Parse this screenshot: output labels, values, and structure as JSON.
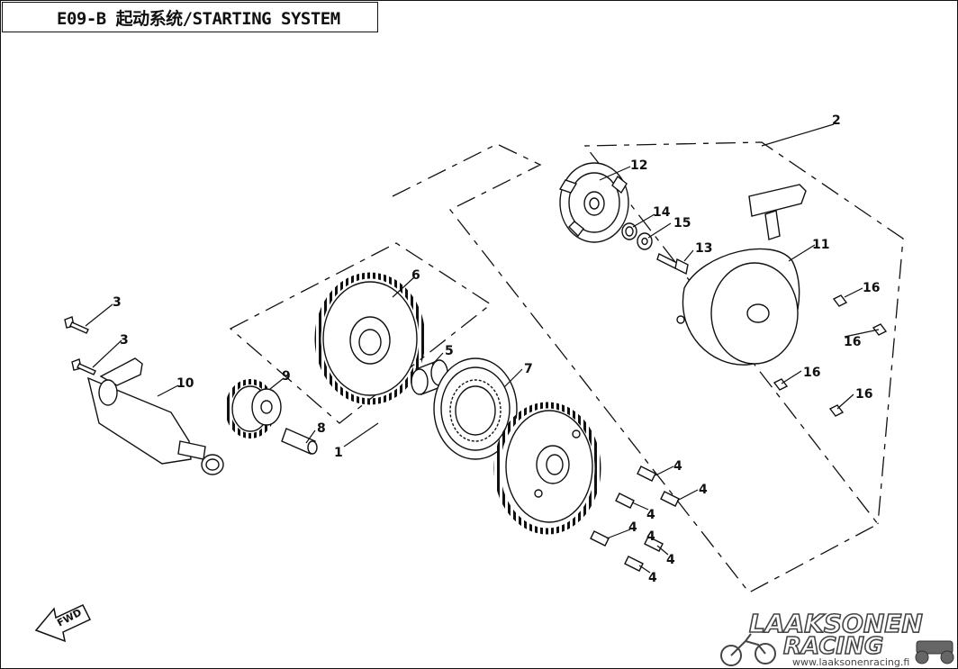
{
  "title": "E09-B  起动系统/STARTING SYSTEM",
  "callouts": {
    "c1": "1",
    "c2": "2",
    "c3a": "3",
    "c3b": "3",
    "c4a": "4",
    "c4b": "4",
    "c4c": "4",
    "c4d": "4",
    "c4e": "4",
    "c4f": "4",
    "c4g": "4",
    "c5": "5",
    "c6": "6",
    "c7": "7",
    "c8": "8",
    "c9": "9",
    "c10": "10",
    "c11": "11",
    "c12": "12",
    "c13": "13",
    "c14": "14",
    "c15": "15",
    "c16a": "16",
    "c16b": "16",
    "c16c": "16",
    "c16d": "16"
  },
  "fwd_label": "FWD",
  "watermark": {
    "line1": "LAAKSONEN",
    "line2": "RACING",
    "url": "www.laaksonenracing.fi"
  },
  "colors": {
    "line": "#111111",
    "paper": "#ffffff",
    "watermark": "#555555"
  }
}
